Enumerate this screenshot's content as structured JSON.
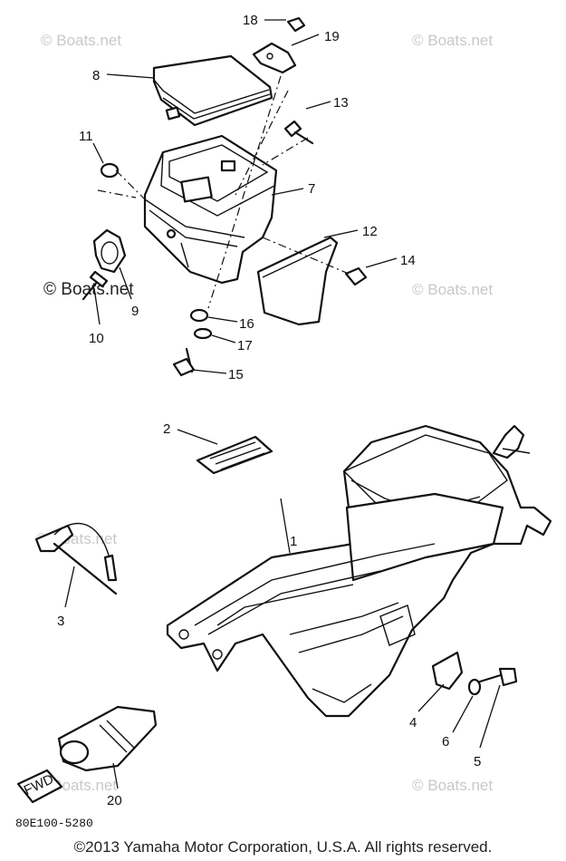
{
  "watermark": "© Boats.net",
  "diagram_code": "80E100-5280",
  "fwd_label": "FWD",
  "copyright": "©2013 Yamaha Motor Corporation, U.S.A. All rights reserved.",
  "callouts": [
    "1",
    "2",
    "3",
    "4",
    "5",
    "6",
    "7",
    "8",
    "9",
    "10",
    "11",
    "12",
    "13",
    "14",
    "15",
    "16",
    "17",
    "18",
    "19",
    "20"
  ]
}
